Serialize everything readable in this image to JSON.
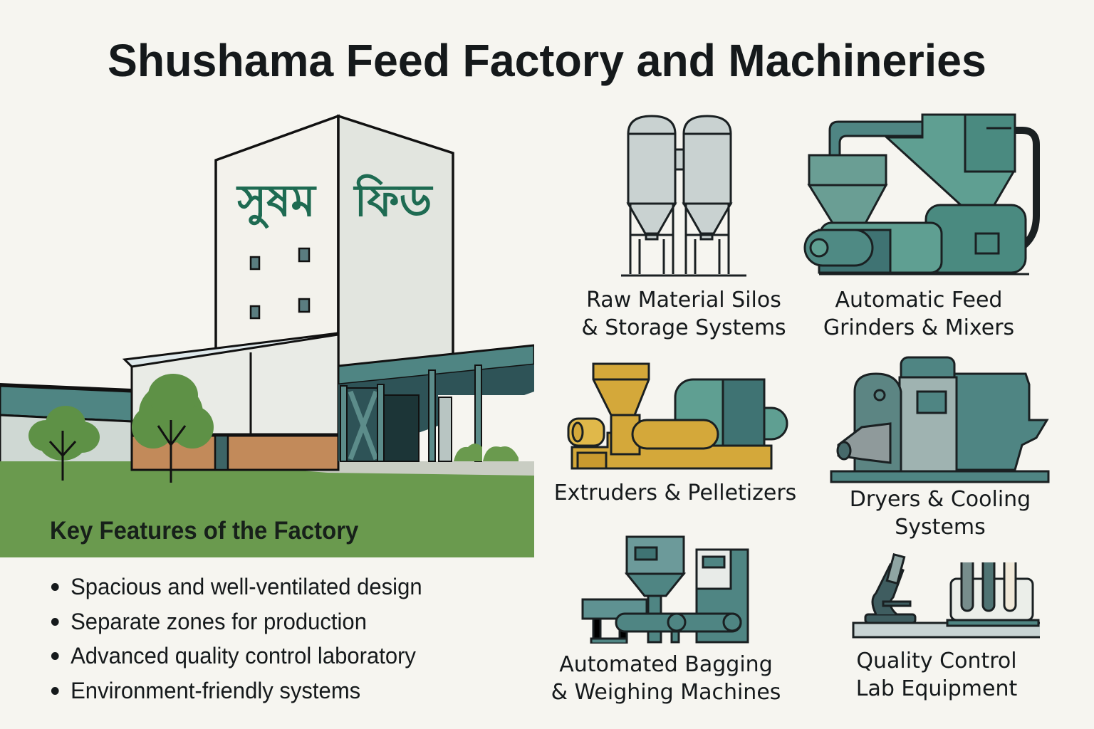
{
  "title": "Shushama Feed Factory and Machineries",
  "building": {
    "sign_text": "সুষম ফিড",
    "brand_color": "#1e6b52"
  },
  "features": {
    "heading": "Key Features of the Factory",
    "items": [
      "Spacious and well-ventilated design",
      "Separate zones for production",
      "Advanced quality control laboratory",
      "Environment-friendly systems"
    ]
  },
  "machines": [
    {
      "icon": "silo-icon",
      "label": "Raw Material Silos\n& Storage Systems"
    },
    {
      "icon": "grinder-mixer-icon",
      "label": "Automatic Feed\nGrinders & Mixers"
    },
    {
      "icon": "extruder-icon",
      "label": "Extruders & Pelletizers"
    },
    {
      "icon": "dryer-cooler-icon",
      "label": "Dryers & Cooling\nSystems"
    },
    {
      "icon": "bagging-machine-icon",
      "label": "Automated Bagging\n& Weighing Machines"
    },
    {
      "icon": "lab-equipment-icon",
      "label": "Quality Control\nLab Equipment"
    }
  ],
  "colors": {
    "background": "#f6f5f0",
    "teal": "#4f8a84",
    "teal_dark": "#2f5a5c",
    "grass": "#6a9a4e",
    "gold": "#d4a83a",
    "brick": "#c28a5a"
  }
}
